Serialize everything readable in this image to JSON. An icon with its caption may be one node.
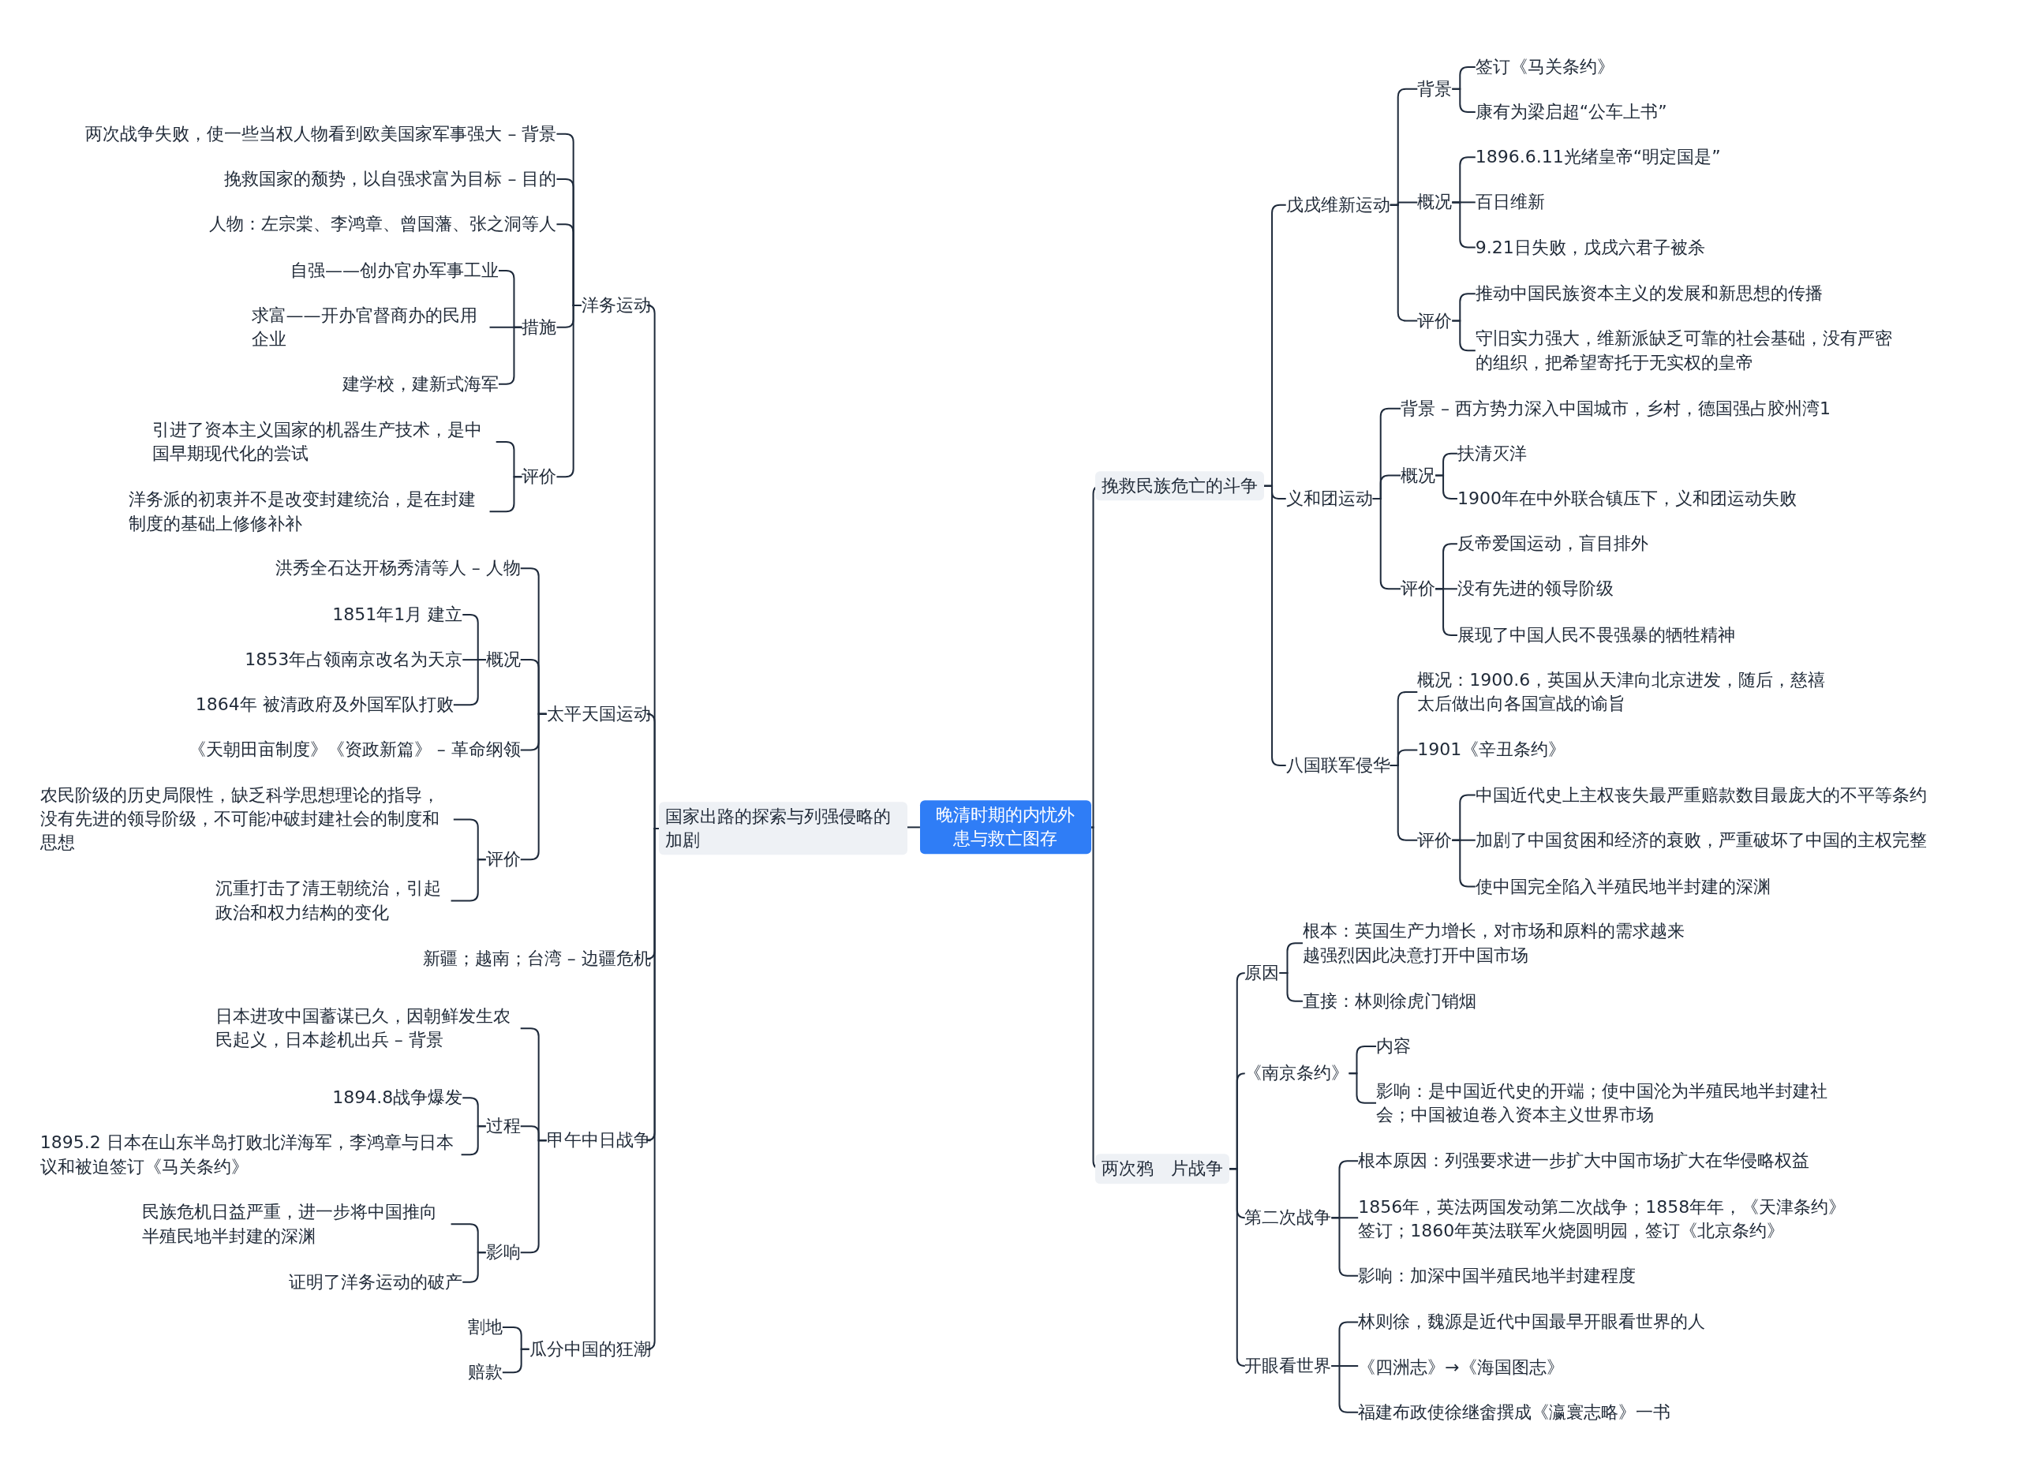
{
  "diagram": {
    "nodes": [
      {
        "text": [
          "晚清时期的内忧外患与救亡图存"
        ]
      },
      {
        "text": [
          "国家出路的探索与列强侵略的加剧"
        ]
      },
      {
        "text": [
          "洋务运动"
        ]
      },
      {
        "text": [
          "两次战争失败，使一些当权人物看到欧美国家军事强大 – 背景"
        ]
      },
      {
        "text": [
          "挽救国家的颓势，以自强求富为目标 – 目的"
        ]
      },
      {
        "text": [
          "人物：左宗棠、李鸿章、曾国藩、张之洞等人"
        ]
      },
      {
        "text": [
          "措施"
        ]
      },
      {
        "text": [
          "自强——创办官办军事工业"
        ]
      },
      {
        "text": [
          "求富——开办官督商办的民用企业"
        ]
      },
      {
        "text": [
          "建学校，建新式海军"
        ]
      },
      {
        "text": [
          "评价"
        ]
      },
      {
        "text": [
          "引进了资本主义国家的机器生产技术，是中国早期现代化的尝试"
        ]
      },
      {
        "text": [
          "洋务派的初衷并不是改变封建统治，是在封建制度的基础上修修补补"
        ]
      },
      {
        "text": [
          "太平天国运动"
        ]
      },
      {
        "text": [
          "洪秀全石达开杨秀清等人 – 人物"
        ]
      },
      {
        "text": [
          "概况"
        ]
      },
      {
        "text": [
          "1851年1月 建立"
        ]
      },
      {
        "text": [
          "1853年占领南京改名为天京"
        ]
      },
      {
        "text": [
          "1864年 被清政府及外国军队打败"
        ]
      },
      {
        "text": [
          "《天朝田亩制度》《资政新篇》 – 革命纲领"
        ]
      },
      {
        "text": [
          "评价"
        ]
      },
      {
        "text": [
          "农民阶级的历史局限性，缺乏科学思想理论的指导，没有先进的领导阶级，不可能冲破封建社会的制度和思想"
        ]
      },
      {
        "text": [
          "沉重打击了清王朝统治，引起政治和权力结构的变化"
        ]
      },
      {
        "text": [
          "新疆；越南；台湾 – 边疆危机"
        ]
      },
      {
        "text": [
          "甲午中日战争"
        ]
      },
      {
        "text": [
          "日本进攻中国蓄谋已久，因朝鲜发生农民起义，日本趁机出兵 – 背景"
        ]
      },
      {
        "text": [
          "过程"
        ]
      },
      {
        "text": [
          "1894.8战争爆发"
        ]
      },
      {
        "text": [
          "1895.2 日本在山东半岛打败北洋海军，李鸿章与日本议和被迫签订《马关条约》"
        ]
      },
      {
        "text": [
          "影响"
        ]
      },
      {
        "text": [
          "民族危机日益严重，进一步将中国推向半殖民地半封建的深渊"
        ]
      },
      {
        "text": [
          "证明了洋务运动的破产"
        ]
      },
      {
        "text": [
          "瓜分中国的狂潮"
        ]
      },
      {
        "text": [
          "割地"
        ]
      },
      {
        "text": [
          "赔款"
        ]
      },
      {
        "text": [
          "挽救民族危亡的斗争"
        ]
      },
      {
        "text": [
          "戊戌维新运动"
        ]
      },
      {
        "text": [
          "背景"
        ]
      },
      {
        "text": [
          "签订《马关条约》"
        ]
      },
      {
        "text": [
          "康有为梁启超“公车上书”"
        ]
      },
      {
        "text": [
          "概况"
        ]
      },
      {
        "text": [
          "1896.6.11光绪皇帝“明定国是”"
        ]
      },
      {
        "text": [
          "百日维新"
        ]
      },
      {
        "text": [
          "9.21日失败，戊戌六君子被杀"
        ]
      },
      {
        "text": [
          "评价"
        ]
      },
      {
        "text": [
          "推动中国民族资本主义的发展和新思想的传播"
        ]
      },
      {
        "text": [
          "守旧实力强大，维新派缺乏可靠的社会基础，没有严密的组织，把希望寄托于无实权的皇帝"
        ]
      },
      {
        "text": [
          "义和团运动"
        ]
      },
      {
        "text": [
          "背景 – 西方势力深入中国城市，乡村，德国强占胶州湾1"
        ]
      },
      {
        "text": [
          "概况"
        ]
      },
      {
        "text": [
          "扶清灭洋"
        ]
      },
      {
        "text": [
          "1900年在中外联合镇压下，义和团运动失败"
        ]
      },
      {
        "text": [
          "评价"
        ]
      },
      {
        "text": [
          "反帝爱国运动，盲目排外"
        ]
      },
      {
        "text": [
          "没有先进的领导阶级"
        ]
      },
      {
        "text": [
          "展现了中国人民不畏强暴的牺牲精神"
        ]
      },
      {
        "text": [
          "八国联军侵华"
        ]
      },
      {
        "text": [
          "概况：1900.6，英国从天津向北京进发，随后，慈禧太后做出向各国宣战的谕旨"
        ]
      },
      {
        "text": [
          "1901《辛丑条约》"
        ]
      },
      {
        "text": [
          "评价"
        ]
      },
      {
        "text": [
          "中国近代史上主权丧失最严重赔款数目最庞大的不平等条约"
        ]
      },
      {
        "text": [
          "加剧了中国贫困和经济的衰败，严重破坏了中国的主权完整"
        ]
      },
      {
        "text": [
          "使中国完全陷入半殖民地半封建的深渊"
        ]
      },
      {
        "text": [
          "两次鸦　片战争"
        ]
      },
      {
        "text": [
          "原因"
        ]
      },
      {
        "text": [
          "根本：英国生产力增长，对市场和原料的需求越来越强烈因此决意打开中国市场"
        ]
      },
      {
        "text": [
          "直接：林则徐虎门销烟"
        ]
      },
      {
        "text": [
          "《南京条约》"
        ]
      },
      {
        "text": [
          "内容"
        ]
      },
      {
        "text": [
          "影响：是中国近代史的开端；使中国沦为半殖民地半封建社会；中国被迫卷入资本主义世界市场"
        ]
      },
      {
        "text": [
          "第二次战争"
        ]
      },
      {
        "text": [
          "根本原因：列强要求进一步扩大中国市场扩大在华侵略权益"
        ]
      },
      {
        "text": [
          "1856年，英法两国发动第二次战争；1858年年，《天津条约》签订；1860年英法联军火烧圆明园，签订《北京条约》"
        ]
      },
      {
        "text": [
          "影响：加深中国半殖民地半封建程度"
        ]
      },
      {
        "text": [
          "开眼看世界"
        ]
      },
      {
        "text": [
          "林则徐，魏源是近代中国最早开眼看世界的人"
        ]
      },
      {
        "text": [
          "《四洲志》→《海国图志》"
        ]
      },
      {
        "text": [
          "福建布政使徐继畬撰成《瀛寰志略》一书"
        ]
      }
    ],
    "edges": [
      {
        "from": 0,
        "to": 1,
        "arrow": "none"
      },
      {
        "from": 1,
        "to": 2,
        "arrow": "none"
      },
      {
        "from": 2,
        "to": 3,
        "arrow": "none"
      },
      {
        "from": 2,
        "to": 4,
        "arrow": "none"
      },
      {
        "from": 2,
        "to": 5,
        "arrow": "none"
      },
      {
        "from": 2,
        "to": 6,
        "arrow": "none"
      },
      {
        "from": 6,
        "to": 7,
        "arrow": "none"
      },
      {
        "from": 6,
        "to": 8,
        "arrow": "none"
      },
      {
        "from": 6,
        "to": 9,
        "arrow": "none"
      },
      {
        "from": 2,
        "to": 10,
        "arrow": "none"
      },
      {
        "from": 10,
        "to": 11,
        "arrow": "none"
      },
      {
        "from": 10,
        "to": 12,
        "arrow": "none"
      },
      {
        "from": 1,
        "to": 13,
        "arrow": "none"
      },
      {
        "from": 13,
        "to": 14,
        "arrow": "none"
      },
      {
        "from": 13,
        "to": 15,
        "arrow": "none"
      },
      {
        "from": 15,
        "to": 16,
        "arrow": "none"
      },
      {
        "from": 15,
        "to": 17,
        "arrow": "none"
      },
      {
        "from": 15,
        "to": 18,
        "arrow": "none"
      },
      {
        "from": 13,
        "to": 19,
        "arrow": "none"
      },
      {
        "from": 13,
        "to": 20,
        "arrow": "none"
      },
      {
        "from": 20,
        "to": 21,
        "arrow": "none"
      },
      {
        "from": 20,
        "to": 22,
        "arrow": "none"
      },
      {
        "from": 1,
        "to": 23,
        "arrow": "none"
      },
      {
        "from": 1,
        "to": 24,
        "arrow": "none"
      },
      {
        "from": 24,
        "to": 25,
        "arrow": "none"
      },
      {
        "from": 24,
        "to": 26,
        "arrow": "none"
      },
      {
        "from": 26,
        "to": 27,
        "arrow": "none"
      },
      {
        "from": 26,
        "to": 28,
        "arrow": "none"
      },
      {
        "from": 24,
        "to": 29,
        "arrow": "none"
      },
      {
        "from": 29,
        "to": 30,
        "arrow": "none"
      },
      {
        "from": 29,
        "to": 31,
        "arrow": "none"
      },
      {
        "from": 1,
        "to": 32,
        "arrow": "none"
      },
      {
        "from": 32,
        "to": 33,
        "arrow": "none"
      },
      {
        "from": 32,
        "to": 34,
        "arrow": "none"
      },
      {
        "from": 0,
        "to": 35,
        "arrow": "none"
      },
      {
        "from": 35,
        "to": 36,
        "arrow": "none"
      },
      {
        "from": 36,
        "to": 37,
        "arrow": "none"
      },
      {
        "from": 37,
        "to": 38,
        "arrow": "none"
      },
      {
        "from": 37,
        "to": 39,
        "arrow": "none"
      },
      {
        "from": 36,
        "to": 40,
        "arrow": "none"
      },
      {
        "from": 40,
        "to": 41,
        "arrow": "none"
      },
      {
        "from": 40,
        "to": 42,
        "arrow": "none"
      },
      {
        "from": 40,
        "to": 43,
        "arrow": "none"
      },
      {
        "from": 36,
        "to": 44,
        "arrow": "none"
      },
      {
        "from": 44,
        "to": 45,
        "arrow": "none"
      },
      {
        "from": 44,
        "to": 46,
        "arrow": "none"
      },
      {
        "from": 35,
        "to": 47,
        "arrow": "none"
      },
      {
        "from": 47,
        "to": 48,
        "arrow": "none"
      },
      {
        "from": 47,
        "to": 49,
        "arrow": "none"
      },
      {
        "from": 49,
        "to": 50,
        "arrow": "none"
      },
      {
        "from": 49,
        "to": 51,
        "arrow": "none"
      },
      {
        "from": 47,
        "to": 52,
        "arrow": "none"
      },
      {
        "from": 52,
        "to": 53,
        "arrow": "none"
      },
      {
        "from": 52,
        "to": 54,
        "arrow": "none"
      },
      {
        "from": 52,
        "to": 55,
        "arrow": "none"
      },
      {
        "from": 35,
        "to": 56,
        "arrow": "none"
      },
      {
        "from": 56,
        "to": 57,
        "arrow": "none"
      },
      {
        "from": 56,
        "to": 58,
        "arrow": "none"
      },
      {
        "from": 56,
        "to": 59,
        "arrow": "none"
      },
      {
        "from": 59,
        "to": 60,
        "arrow": "none"
      },
      {
        "from": 59,
        "to": 61,
        "arrow": "none"
      },
      {
        "from": 59,
        "to": 62,
        "arrow": "none"
      },
      {
        "from": 0,
        "to": 63,
        "arrow": "none"
      },
      {
        "from": 63,
        "to": 64,
        "arrow": "none"
      },
      {
        "from": 64,
        "to": 65,
        "arrow": "none"
      },
      {
        "from": 64,
        "to": 66,
        "arrow": "none"
      },
      {
        "from": 63,
        "to": 67,
        "arrow": "none"
      },
      {
        "from": 67,
        "to": 68,
        "arrow": "none"
      },
      {
        "from": 67,
        "to": 69,
        "arrow": "none"
      },
      {
        "from": 63,
        "to": 70,
        "arrow": "none"
      },
      {
        "from": 70,
        "to": 71,
        "arrow": "none"
      },
      {
        "from": 70,
        "to": 72,
        "arrow": "none"
      },
      {
        "from": 70,
        "to": 73,
        "arrow": "none"
      },
      {
        "from": 63,
        "to": 74,
        "arrow": "none"
      },
      {
        "from": 74,
        "to": 75,
        "arrow": "none"
      },
      {
        "from": 74,
        "to": 76,
        "arrow": "none"
      },
      {
        "from": 74,
        "to": 77,
        "arrow": "none"
      }
    ]
  }
}
